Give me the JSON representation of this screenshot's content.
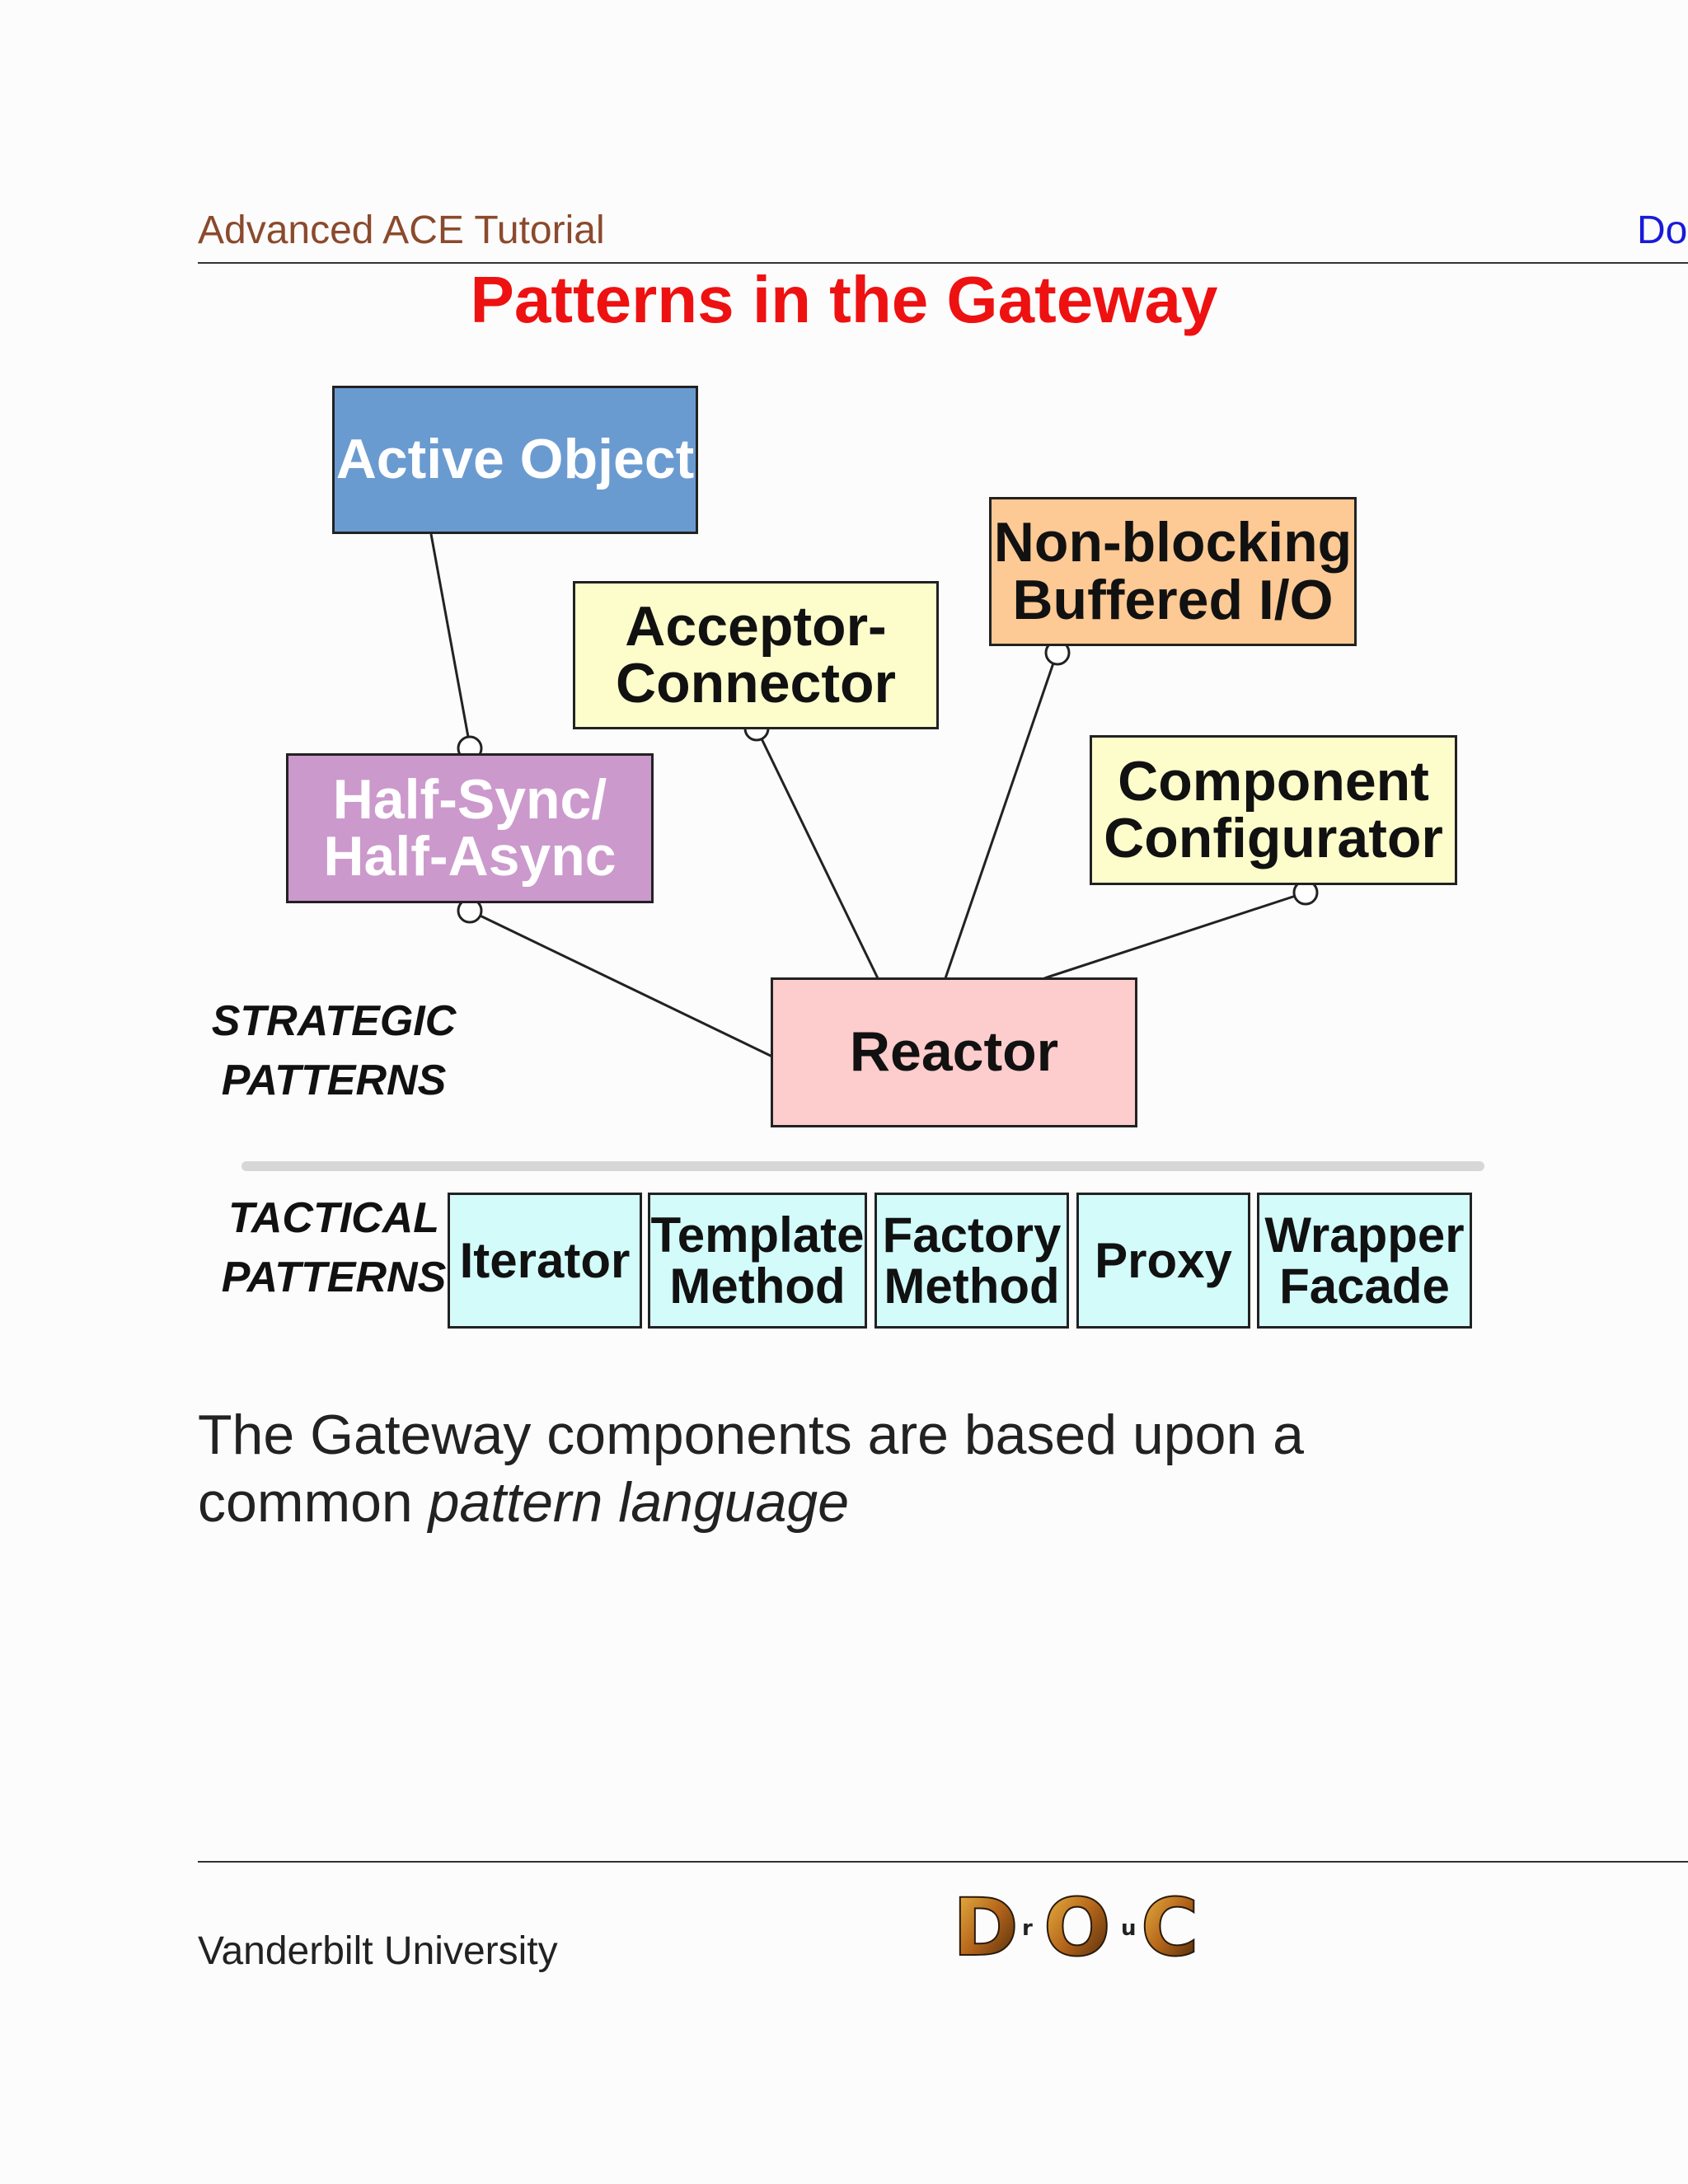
{
  "header": {
    "left": "Advanced ACE Tutorial",
    "right": "Do"
  },
  "title": "Patterns in the Gateway",
  "strategic": {
    "label_line1": "STRATEGIC",
    "label_line2": "PATTERNS",
    "boxes": {
      "active_object": "Active Object",
      "acceptor_connector": [
        "Acceptor-",
        "Connector"
      ],
      "non_blocking": [
        "Non-blocking",
        "Buffered I/O"
      ],
      "half_sync": [
        "Half-Sync/",
        "Half-Async"
      ],
      "component_configurator": [
        "Component",
        "Configurator"
      ],
      "reactor": "Reactor"
    }
  },
  "tactical": {
    "label_line1": "TACTICAL",
    "label_line2": "PATTERNS",
    "boxes": [
      [
        "Iterator"
      ],
      [
        "Template",
        "Method"
      ],
      [
        "Factory",
        "Method"
      ],
      [
        "Proxy"
      ],
      [
        "Wrapper",
        "Facade"
      ]
    ]
  },
  "body": {
    "line1": "The Gateway components are based upon a",
    "line2_plain": "common ",
    "line2_italic": "pattern language"
  },
  "footer": {
    "left": "Vanderbilt University",
    "logo_letters": [
      "D",
      "r",
      "O",
      "u",
      "C"
    ]
  },
  "colors": {
    "active_object": "#6a9bd0",
    "acceptor_connector": "#fdfdcc",
    "non_blocking": "#fdc994",
    "half_sync": "#cc99cc",
    "component_configurator": "#fdfdcc",
    "reactor": "#fdcccc",
    "tactical": "#d2fbfa",
    "title": "#ee1111",
    "header_left": "#8b4a2c",
    "header_right": "#1a1ad8"
  }
}
